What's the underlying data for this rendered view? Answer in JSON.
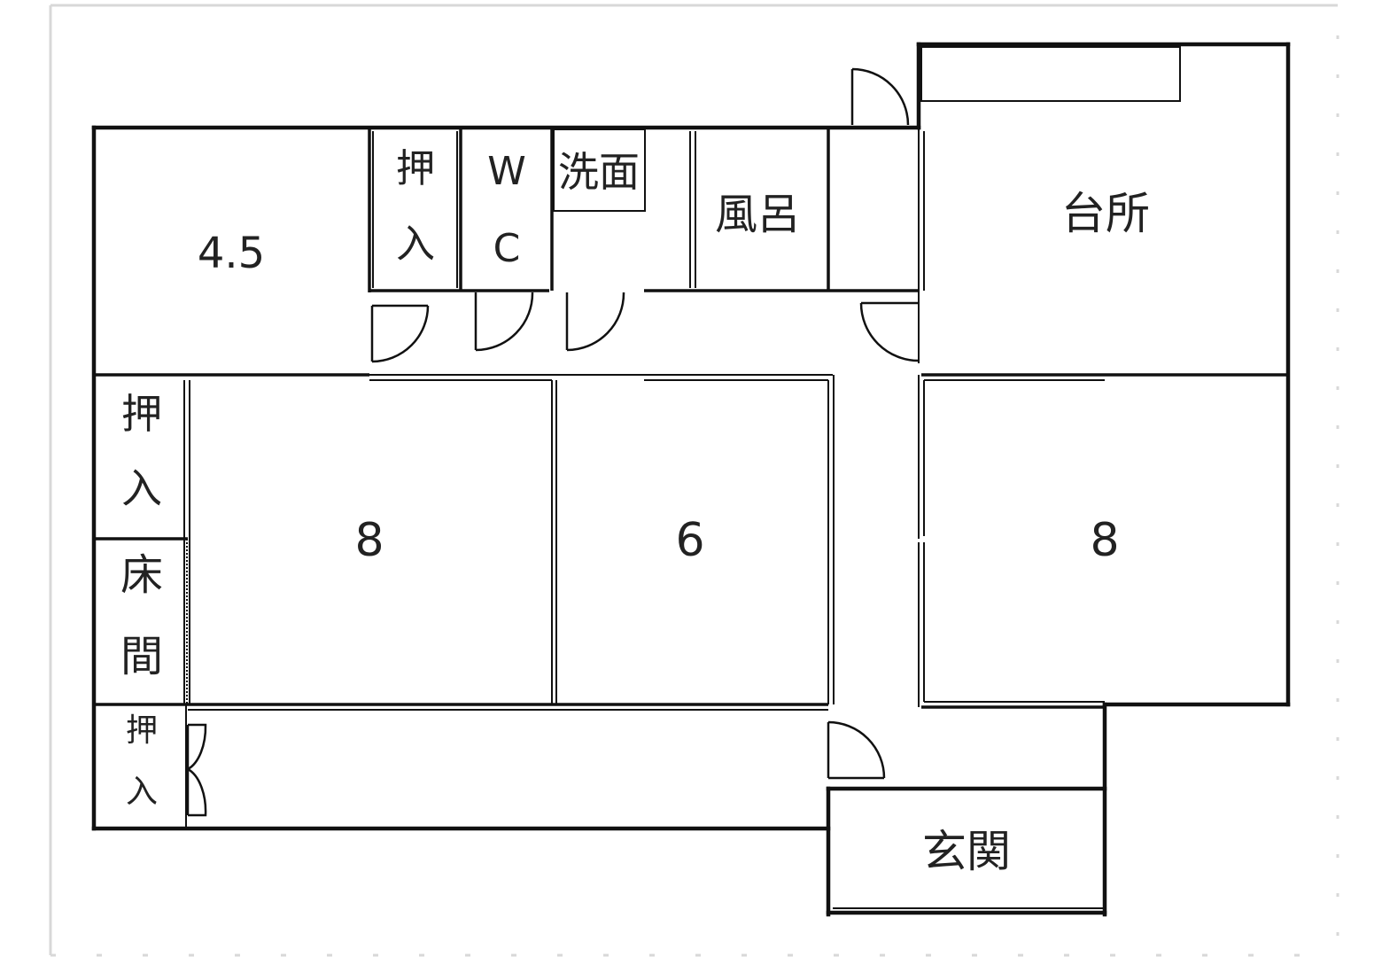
{
  "colors": {
    "wall": "#111111",
    "door": "#111111",
    "frame": "#d8d8d8",
    "background": "#ffffff",
    "text": "#222222"
  },
  "rooms": {
    "room_4_5": "4.5",
    "closet_top_1": "押",
    "closet_top_2": "入",
    "wc_1": "W",
    "wc_2": "C",
    "washroom": "洗面",
    "bath": "風呂",
    "kitchen": "台所",
    "closet_left_1": "押",
    "closet_left_2": "入",
    "tokonoma_1": "床",
    "tokonoma_2": "間",
    "room_8_left": "8",
    "room_6": "6",
    "room_8_right": "8",
    "closet_bottom_1": "押",
    "closet_bottom_2": "入",
    "entrance": "玄関"
  }
}
